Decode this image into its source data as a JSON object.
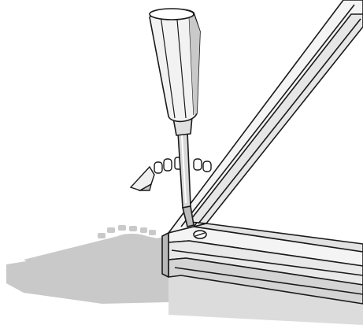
{
  "illustration": {
    "objects": [
      "screwdriver",
      "frame-corner",
      "hinge-screw",
      "rotation-arrow",
      "cast-shadow"
    ],
    "rotation_direction": "counterclockwise",
    "colors": {
      "background": "#ffffff",
      "outline": "#1a1a1a",
      "shadow": "#c9c9c9",
      "frame_fill": "#f4f4f4",
      "frame_shade": "#b8b8b8",
      "handle_fill": "#f2f2f2",
      "shaft_fill": "#d8d8d8"
    }
  }
}
